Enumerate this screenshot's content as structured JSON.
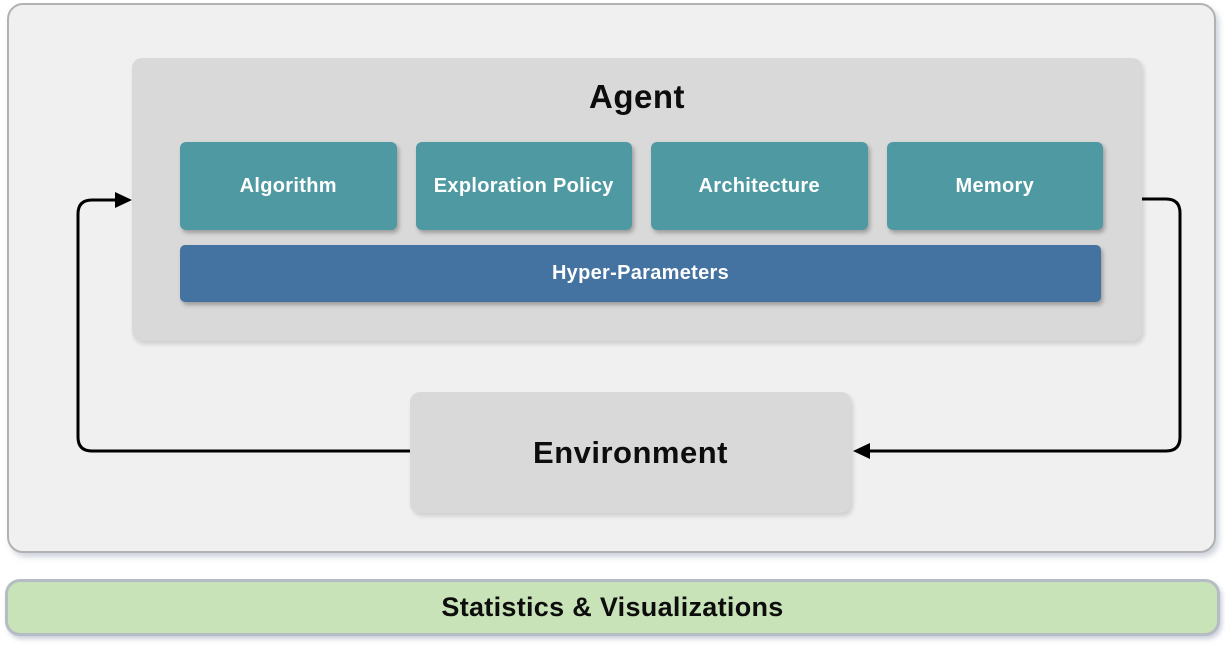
{
  "agent": {
    "title": "Agent",
    "modules": [
      {
        "label": "Algorithm"
      },
      {
        "label": "Exploration Policy"
      },
      {
        "label": "Architecture"
      },
      {
        "label": "Memory"
      }
    ],
    "hyper_parameters_label": "Hyper-Parameters"
  },
  "environment": {
    "title": "Environment"
  },
  "statistics": {
    "title": "Statistics & Visualizations"
  },
  "colors": {
    "module_teal": "#4f9aa2",
    "hyper_parameters_blue": "#4473a1",
    "panel_gray": "#d9d9d9",
    "outer_background": "#f0f0f1",
    "statistics_green": "#c9e3b8",
    "arrow_black": "#000000"
  }
}
